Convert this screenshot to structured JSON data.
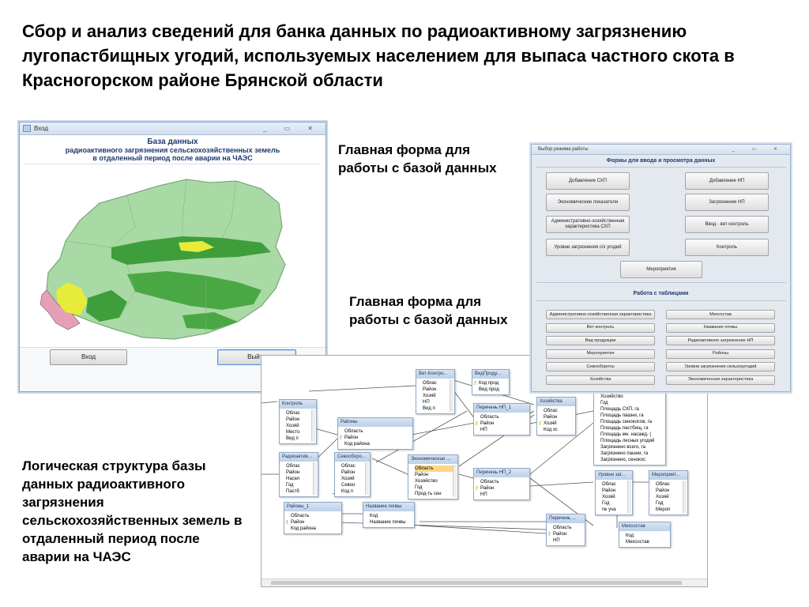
{
  "slide": {
    "title": "Сбор и анализ сведений для банка данных по радиоактивному загрязнению лугопастбищных угодий, используемых населением для выпаса частного скота в Красногорском районе Брянской области",
    "caption_main_form_1": "Главная форма для работы с базой данных",
    "caption_main_form_2": "Главная форма для работы с базой данных",
    "caption_logical": "Логическая структура базы данных радиоактивного загрязнения сельскохозяйственных земель в отдаленный период после аварии на ЧАЭС"
  },
  "login_window": {
    "title": "Вход",
    "controls": "_ ▭ ✕",
    "header_line1": "База данных",
    "header_line2": "радиоактивного загрязнения сельскохозяйственных земель",
    "header_line3": "в отдаленный период после аварии на ЧАЭС",
    "enter_button": "Вход",
    "exit_button": "Выйти",
    "colors": {
      "map_base": "#a9d9a4",
      "map_dark": "#3f9e3c",
      "map_yellow": "#e7ec3a",
      "map_pink": "#e6a0b5"
    }
  },
  "forms_window": {
    "title": "Выбор режима работы",
    "section_forms": "Формы для ввода и просмотра данных",
    "section_tables": "Работа с таблицами",
    "form_buttons": [
      "Добавление СХП",
      "Добавление НП",
      "Экономические показатели",
      "Загрязнение НП",
      "Административно-хозяйственная характеристика СХП",
      "Ввод - вет контроль",
      "Уровни загрязнения с/х угодий",
      "Контроль",
      "Мероприятия"
    ],
    "table_buttons": [
      "Административно-хозяйственная характеристика",
      "Мехсостав",
      "Вет-контроль",
      "Название почвы",
      "Вид продукции",
      "Радиоактивное загрязнение НП",
      "Мероприятия",
      "Районы",
      "Севообороты",
      "Уровни загрязнения сельхозугодий",
      "Хозяйства",
      "Экономическая характеристика"
    ]
  },
  "diagram": {
    "tables": [
      {
        "title": "Вет-Контро...",
        "fields": [
          "Облас",
          "Район",
          "Хозяй",
          "НП",
          "Вид п"
        ],
        "key": -1
      },
      {
        "title": "ВидПроду...",
        "fields": [
          "Код прод",
          "Вид прод"
        ],
        "key": 0
      },
      {
        "title": "Контроль",
        "fields": [
          "Облас",
          "Район",
          "Хозяй",
          "Место",
          "Вид п"
        ],
        "key": -1
      },
      {
        "title": "Районы",
        "fields": [
          "Область",
          "Район",
          "Код района"
        ],
        "key": 1
      },
      {
        "title": "Перечень НП_1",
        "fields": [
          "Область",
          "Район",
          "НП"
        ],
        "key": 1
      },
      {
        "title": "Хозяйства",
        "fields": [
          "Облас",
          "Район",
          "Хозяй",
          "Код хс"
        ],
        "key": 2
      },
      {
        "title": "",
        "fields": [
          "Хозяйство",
          "Год",
          "Площадь СХП, га",
          "Площадь пашни, га",
          "Площадь сенокосов, га",
          "Площадь пастбищ, га",
          "Площадь мн. насажд. (",
          "Площадь лесных угодий",
          "Загрязнено всего, га",
          "Загрязнено пашни, га",
          "Загрязнено, сенокос"
        ],
        "key": -1
      },
      {
        "title": "Радиоактив...",
        "fields": [
          "Облас",
          "Район",
          "Насел",
          "Год",
          "Пастб"
        ],
        "key": -1
      },
      {
        "title": "Севооборо...",
        "fields": [
          "Облас",
          "Район",
          "Хозяй",
          "Севоо",
          "Код п"
        ],
        "key": -1
      },
      {
        "title": "Экономическая ...",
        "fields": [
          "Область",
          "Район",
          "Хозяйство",
          "Год",
          "Прод-ть сен"
        ],
        "key": -1,
        "selected": 0
      },
      {
        "title": "Перечень НП_2",
        "fields": [
          "Область",
          "Район",
          "НП"
        ],
        "key": 1
      },
      {
        "title": "Уровни заг...",
        "fields": [
          "Облас",
          "Район",
          "Хозяй",
          "Год",
          "№ уча"
        ],
        "key": -1
      },
      {
        "title": "Мероприят...",
        "fields": [
          "Облас",
          "Район",
          "Хозяй",
          "Год",
          "Мероп"
        ],
        "key": -1
      },
      {
        "title": "Районы_1",
        "fields": [
          "Область",
          "Район",
          "Код района"
        ],
        "key": 1
      },
      {
        "title": "Название почвы",
        "fields": [
          "Код",
          "Название почвы"
        ],
        "key": -1
      },
      {
        "title": "Перечень ...",
        "fields": [
          "Область",
          "Район",
          "НП"
        ],
        "key": 1
      },
      {
        "title": "Мехсостав",
        "fields": [
          "Код",
          "Мехсостав"
        ],
        "key": -1
      }
    ]
  }
}
